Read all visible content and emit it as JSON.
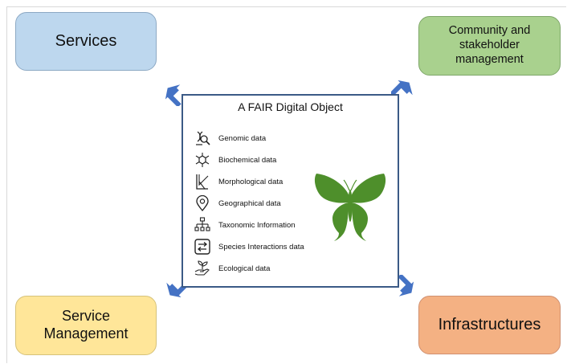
{
  "diagram": {
    "corners": {
      "services": "Services",
      "community": "Community and\nstakeholder\nmanagement",
      "service_management": "Service\nManagement",
      "infrastructures": "Infrastructures"
    },
    "center": {
      "title": "A FAIR Digital Object",
      "items": [
        {
          "label": "Genomic data",
          "icon": "dna-magnifier-icon"
        },
        {
          "label": "Biochemical data",
          "icon": "molecule-icon"
        },
        {
          "label": "Morphological data",
          "icon": "ruler-angle-icon"
        },
        {
          "label": "Geographical data",
          "icon": "map-pin-icon"
        },
        {
          "label": "Taxonomic Information",
          "icon": "hierarchy-icon"
        },
        {
          "label": "Species Interactions data",
          "icon": "exchange-arrows-icon"
        },
        {
          "label": "Ecological data",
          "icon": "hand-plant-icon"
        }
      ]
    },
    "colors": {
      "services": "#bdd7ee",
      "community": "#a9d18e",
      "service_management": "#ffe699",
      "infrastructures": "#f4b183",
      "arrows": "#4472c4",
      "butterfly": "#4e8f2b",
      "center_border": "#3b5a86"
    }
  }
}
